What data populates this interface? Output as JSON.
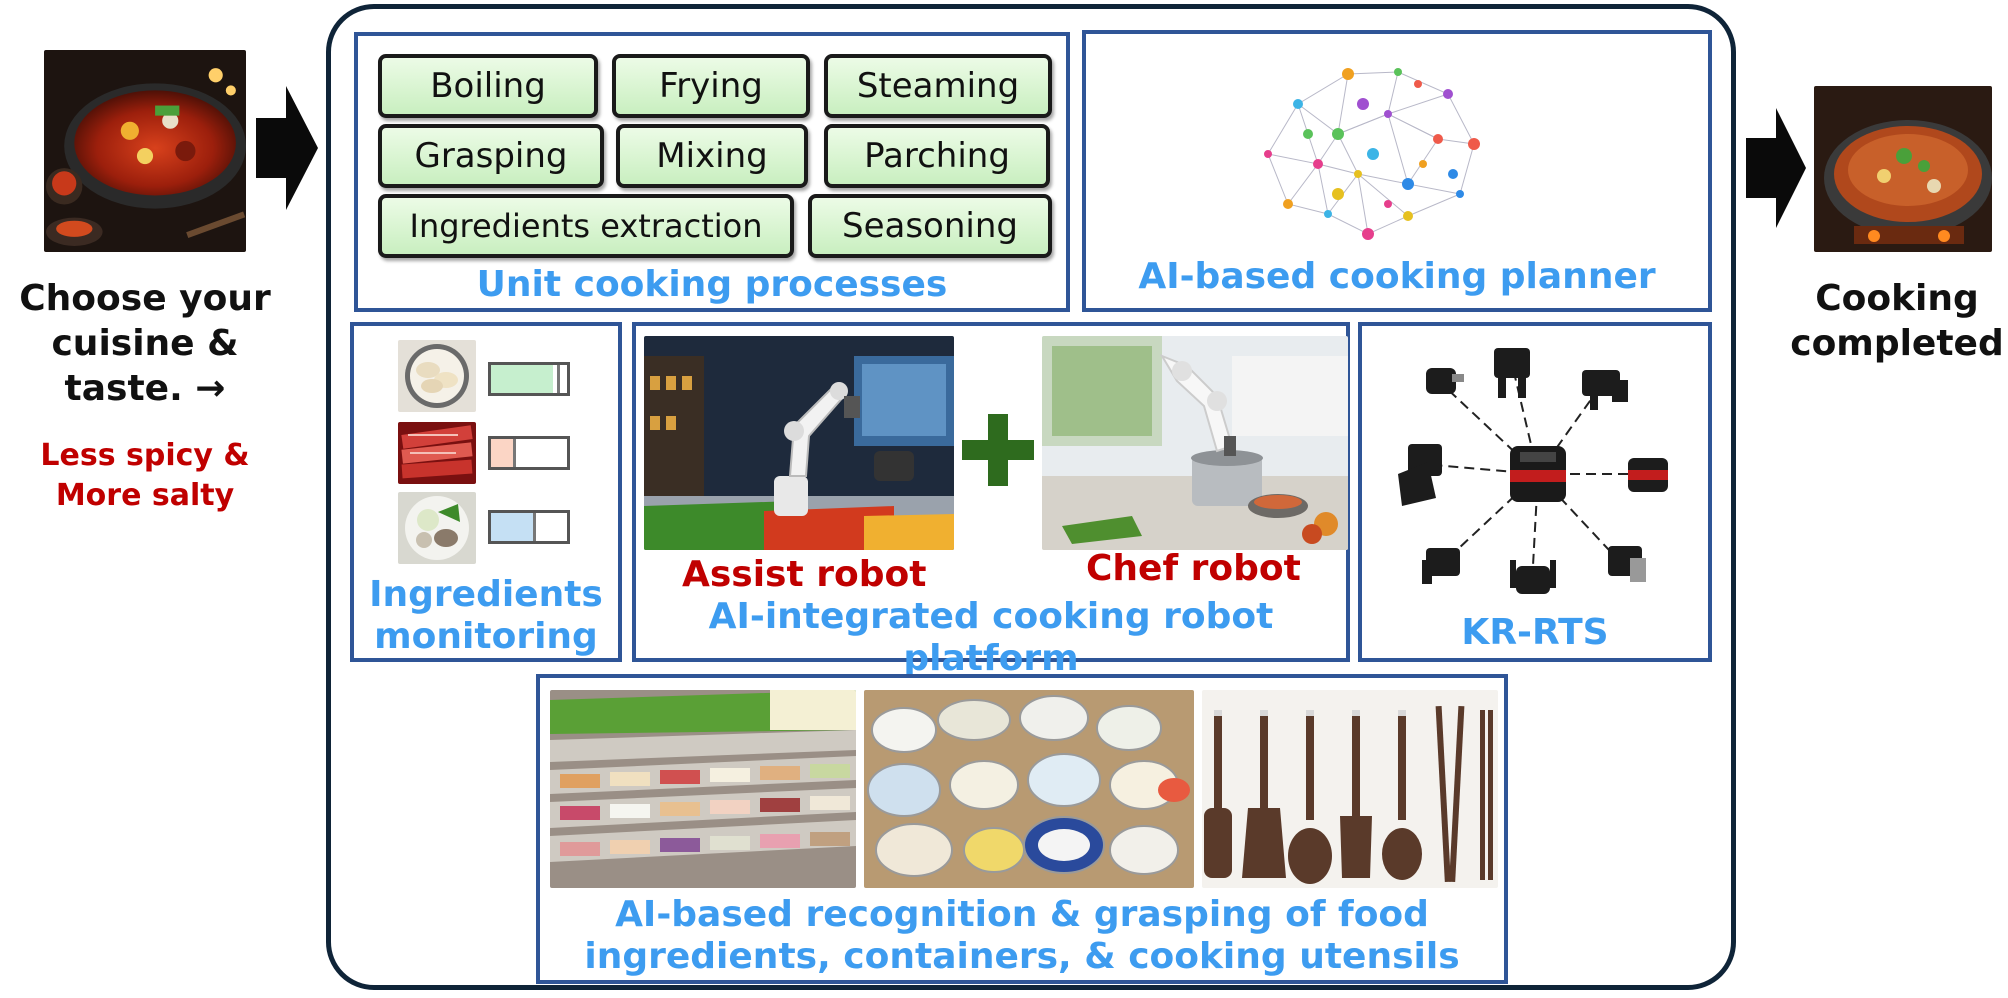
{
  "input": {
    "title": "Choose your cuisine & taste. →",
    "title_lines": [
      "Choose your",
      "cuisine &",
      "taste. →"
    ],
    "preference_lines": [
      "Less spicy &",
      "More salty"
    ]
  },
  "output": {
    "label_lines": [
      "Cooking",
      "completed"
    ]
  },
  "unit_processes": {
    "title": "Unit cooking processes",
    "items": [
      "Boiling",
      "Frying",
      "Steaming",
      "Grasping",
      "Mixing",
      "Parching",
      "Ingredients extraction",
      "Seasoning"
    ]
  },
  "planner": {
    "title": "AI-based cooking planner"
  },
  "monitoring": {
    "title_lines": [
      "Ingredients",
      "monitoring"
    ],
    "levels": [
      {
        "icon": "dumpling-photo",
        "level": 0.82,
        "color": "#c6efce"
      },
      {
        "icon": "raw-meat-photo",
        "level": 0.3,
        "color": "#fbd5c5"
      },
      {
        "icon": "vegetable-photo",
        "level": 0.55,
        "color": "#c5e0f4"
      }
    ]
  },
  "platform": {
    "title": "AI-integrated cooking robot platform",
    "assist_label": "Assist robot",
    "chef_label": "Chef robot",
    "plus_color": "#2e6b1e"
  },
  "tool_system": {
    "title": "KR-RTS"
  },
  "recognition": {
    "title_lines": [
      "AI-based recognition & grasping of food",
      "ingredients, containers, & cooking utensils"
    ]
  },
  "colors": {
    "frame": "#0f2438",
    "panel_border": "#2f5597",
    "title_blue": "#3d9cf0",
    "label_red": "#c00000"
  }
}
